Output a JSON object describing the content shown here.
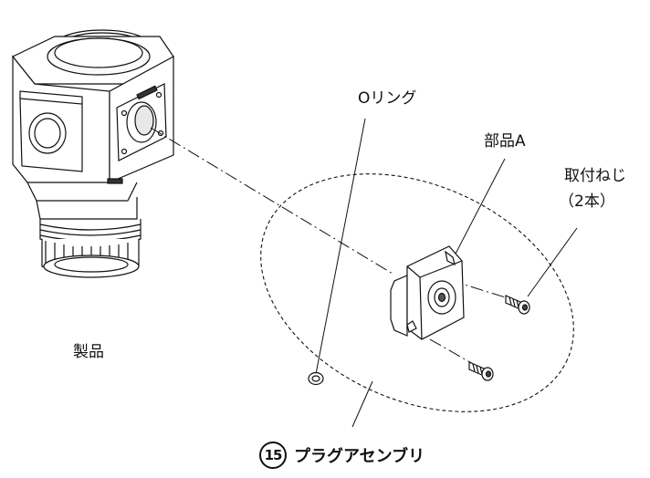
{
  "labels": {
    "oring": "Oリング",
    "part_a": "部品A",
    "screws_line1": "取付ねじ",
    "screws_line2": "（2本）",
    "product": "製品"
  },
  "caption": {
    "number": "15",
    "text": "プラグアセンブリ"
  }
}
